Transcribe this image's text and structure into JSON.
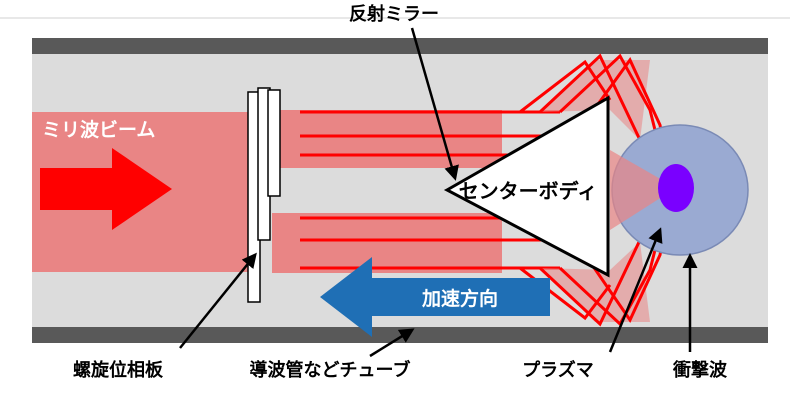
{
  "labels": {
    "mirror": "反射ミラー",
    "beam": "ミリ波ビーム",
    "center_body": "センターボディ",
    "acceleration": "加速方向",
    "phase_plate": "螺旋位相板",
    "tube": "導波管などチューブ",
    "plasma": "プラズマ",
    "shock_wave": "衝撃波"
  },
  "colors": {
    "tube_wall": "#595959",
    "tube_inner": "#dcdcdc",
    "beam": "#e98585",
    "beam_line": "#ff0000",
    "arrow_red": "#ff0000",
    "arrow_blue": "#1f6fb5",
    "shock": "#9aaad2",
    "plasma": "#7a00ff",
    "text": "#000000"
  }
}
